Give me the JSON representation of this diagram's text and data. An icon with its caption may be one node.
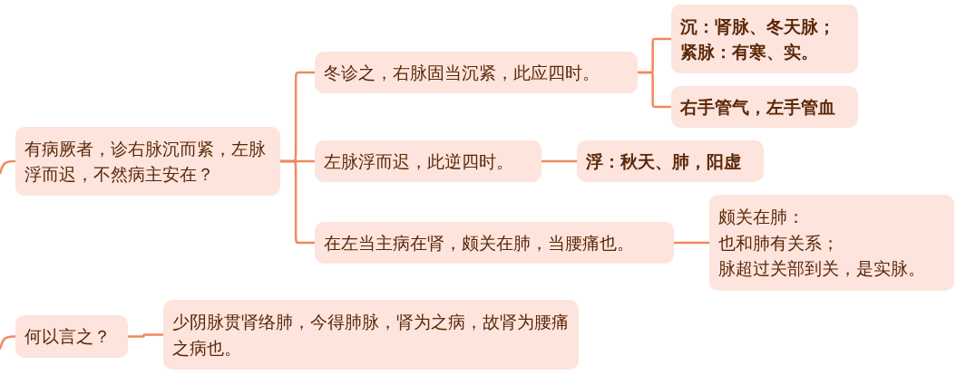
{
  "diagram": {
    "nodes": [
      {
        "text": [
          "有病厥者，诊右脉沉而紧，左脉浮而迟，不然病主安在？"
        ]
      },
      {
        "text": [
          "冬诊之，右脉固当沉紧，此应四时。"
        ]
      },
      {
        "text": [
          "沉：肾脉、冬天脉；",
          "紧脉：有寒、实。"
        ]
      },
      {
        "text": [
          "右手管气，左手管血"
        ]
      },
      {
        "text": [
          "左脉浮而迟，此逆四时。"
        ]
      },
      {
        "text": [
          "浮：秋天、肺，阳虚"
        ]
      },
      {
        "text": [
          "在左当主病在肾，颇关在肺，当腰痛也。"
        ]
      },
      {
        "text": [
          "颇关在肺：",
          "也和肺有关系；",
          "脉超过关部到关，是实脉。"
        ]
      },
      {
        "text": [
          "何以言之？"
        ]
      },
      {
        "text": [
          "少阴脉贯肾络肺，今得肺脉，肾为之病，故肾为腰痛之病也。"
        ]
      }
    ],
    "edges": [
      {
        "from": null,
        "to": 0,
        "arrow": "none"
      },
      {
        "from": 0,
        "to": 1,
        "arrow": "none"
      },
      {
        "from": 0,
        "to": 4,
        "arrow": "none"
      },
      {
        "from": 0,
        "to": 6,
        "arrow": "none"
      },
      {
        "from": 1,
        "to": 2,
        "arrow": "none"
      },
      {
        "from": 1,
        "to": 3,
        "arrow": "none"
      },
      {
        "from": 4,
        "to": 5,
        "arrow": "none"
      },
      {
        "from": 6,
        "to": 7,
        "arrow": "none"
      },
      {
        "from": null,
        "to": 8,
        "arrow": "none"
      },
      {
        "from": 8,
        "to": 9,
        "arrow": "none"
      }
    ]
  }
}
